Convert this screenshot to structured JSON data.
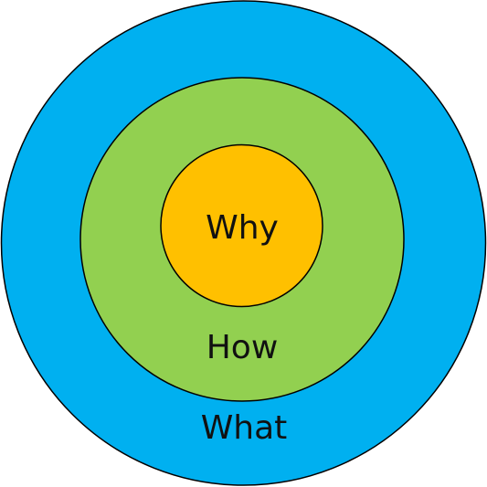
{
  "diagram": {
    "rings": [
      {
        "key": "outer",
        "label": "What",
        "fill": "#00B0F0"
      },
      {
        "key": "middle",
        "label": "How",
        "fill": "#92D050"
      },
      {
        "key": "inner",
        "label": "Why",
        "fill": "#FFC000"
      }
    ],
    "stroke_color": "#000000"
  }
}
